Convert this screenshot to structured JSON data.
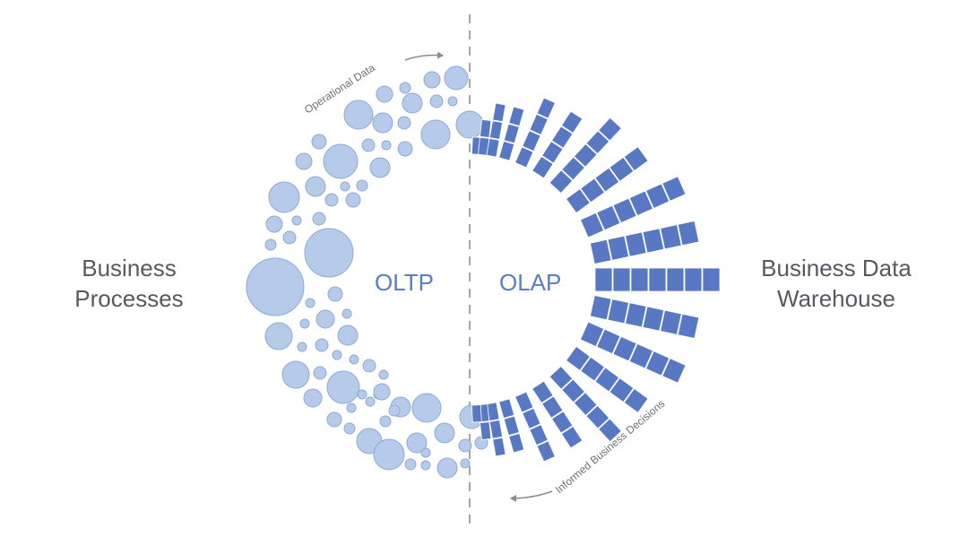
{
  "left_label": {
    "line1": "Business",
    "line2": "Processes"
  },
  "right_label": {
    "line1": "Business Data",
    "line2": "Warehouse"
  },
  "oltp": "OLTP",
  "olap": "OLAP",
  "top_arrow_label": "Operational Data",
  "bottom_arrow_label": "Informed Business Decisions",
  "colors": {
    "bubble_fill": "#b6caea",
    "bubble_stroke": "#8ea9d8",
    "block_fill": "#5878c4",
    "block_stroke": "#ffffff",
    "divider": "#a6a6a6",
    "text": "#555a60",
    "accent_text": "#5b7cc6"
  }
}
